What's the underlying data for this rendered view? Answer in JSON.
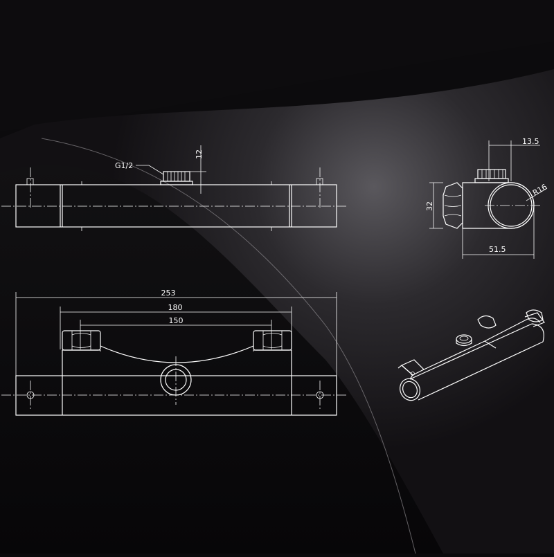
{
  "drawing": {
    "top_view": {
      "thread_label": "G1/2",
      "thread_height": "12"
    },
    "side_view": {
      "offset": "13.5",
      "radius": "R16",
      "height": "32",
      "depth": "51.5"
    },
    "front_view": {
      "overall_length": "253",
      "center_span_outer": "180",
      "center_span_inner": "150"
    }
  },
  "colors": {
    "background": "#0b0a0c",
    "line": "#ffffff"
  }
}
